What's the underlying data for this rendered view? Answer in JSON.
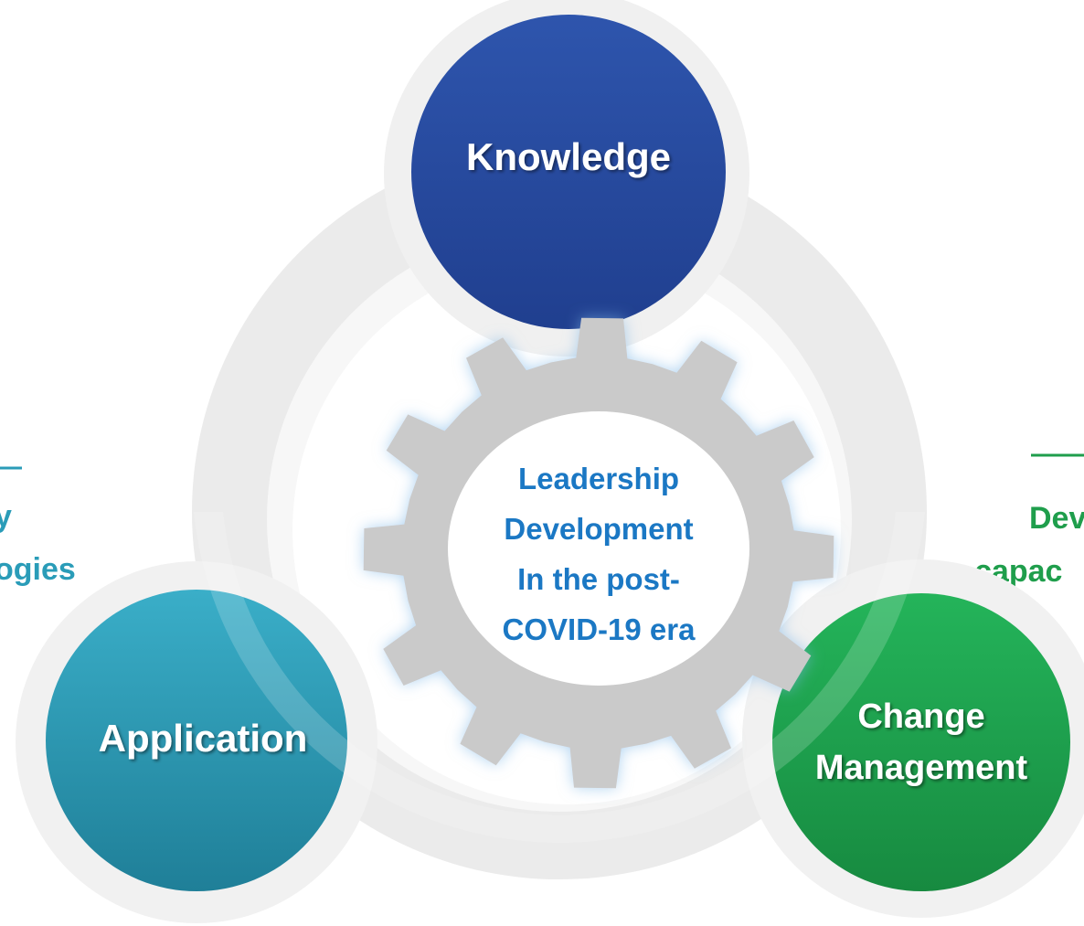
{
  "center": {
    "lines": [
      "Leadership",
      "Development",
      "In the post-",
      "COVID-19 era"
    ]
  },
  "nodes": {
    "knowledge": {
      "label": "Knowledge",
      "color": "#2a4a9e"
    },
    "application": {
      "label": "Application",
      "color": "#2a9cb8"
    },
    "change": {
      "lines": [
        "Change",
        "Management"
      ],
      "color": "#1f9e4c"
    }
  },
  "side_text": {
    "left": {
      "lines": [
        "y",
        "ogies"
      ],
      "color": "#2a9cb8"
    },
    "right": {
      "lines": [
        "Dev",
        "capac"
      ],
      "color": "#1f9e4c"
    }
  }
}
